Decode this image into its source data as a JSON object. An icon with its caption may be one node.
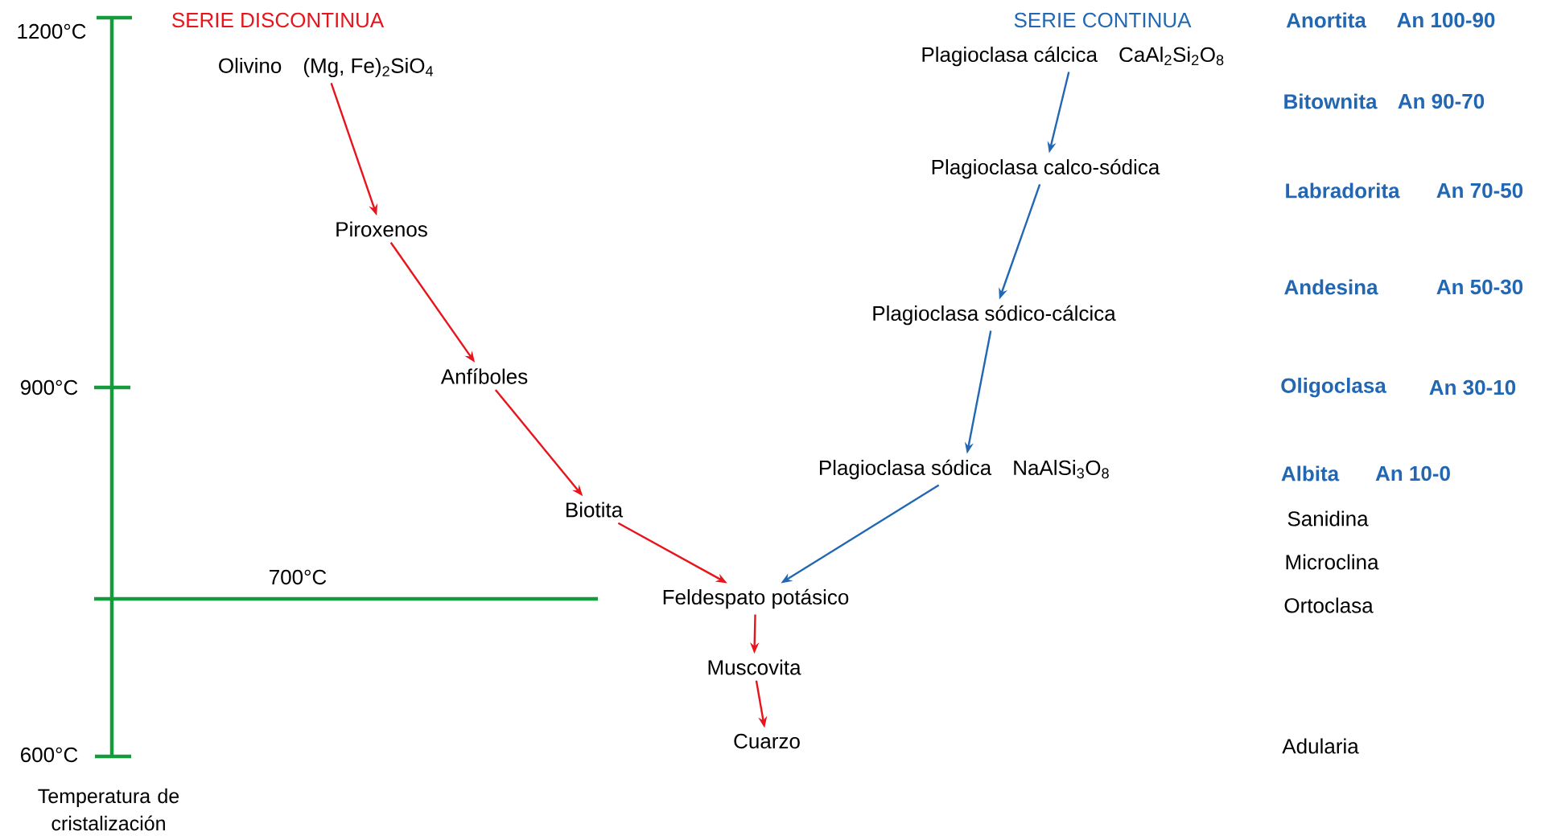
{
  "diagram": {
    "nodes": [
      {
        "text": [
          "Olivino",
          "(Mg, Fe)$_{2}$SiO$_{4}$"
        ]
      },
      {
        "text": [
          "Piroxenos"
        ]
      },
      {
        "text": [
          "Anfíboles"
        ]
      },
      {
        "text": [
          "Biotita"
        ]
      },
      {
        "text": [
          "Feldespato potásico"
        ]
      },
      {
        "text": [
          "Muscovita"
        ]
      },
      {
        "text": [
          "Cuarzo"
        ]
      },
      {
        "text": [
          "Plagioclasa cálcica",
          "CaAl$_{2}$Si$_{2}$O$_{8}$"
        ]
      },
      {
        "text": [
          "Plagioclasa calco-sódica"
        ]
      },
      {
        "text": [
          "Plagioclasa sódico-cálcica"
        ]
      },
      {
        "text": [
          "Plagioclasa sódica",
          "NaAlSi$_{3}$O$_{8}$"
        ]
      }
    ],
    "edges": [
      {
        "from": 0,
        "to": 1,
        "arrow": "to"
      },
      {
        "from": 1,
        "to": 2,
        "arrow": "to"
      },
      {
        "from": 2,
        "to": 3,
        "arrow": "to"
      },
      {
        "from": 3,
        "to": 4,
        "arrow": "to"
      },
      {
        "from": 4,
        "to": 5,
        "arrow": "to"
      },
      {
        "from": 5,
        "to": 6,
        "arrow": "to"
      },
      {
        "from": 7,
        "to": 8,
        "arrow": "to",
        "color": "#2167b3"
      },
      {
        "from": 8,
        "to": 9,
        "arrow": "to",
        "color": "#2167b3"
      },
      {
        "from": 9,
        "to": 10,
        "arrow": "to",
        "color": "#2167b3"
      },
      {
        "from": 10,
        "to": 4,
        "arrow": "to",
        "color": "#2167b3"
      }
    ],
    "labels": [
      "1200°C",
      "SERIE DISCONTINUA",
      "SERIE CONTINUA",
      "Anortita",
      "An 100-90",
      "Bitownita",
      "An 90-70",
      "Labradorita",
      "An 70-50",
      "Andesina",
      "An 50-30",
      "900°C",
      "Oligoclasa",
      "An 30-10",
      "Albita",
      "An 10-0",
      "Sanidina",
      "Microclina",
      "700°C",
      "Ortoclasa",
      "600°C",
      "Adularia",
      "Temperatura de cristalización"
    ]
  }
}
